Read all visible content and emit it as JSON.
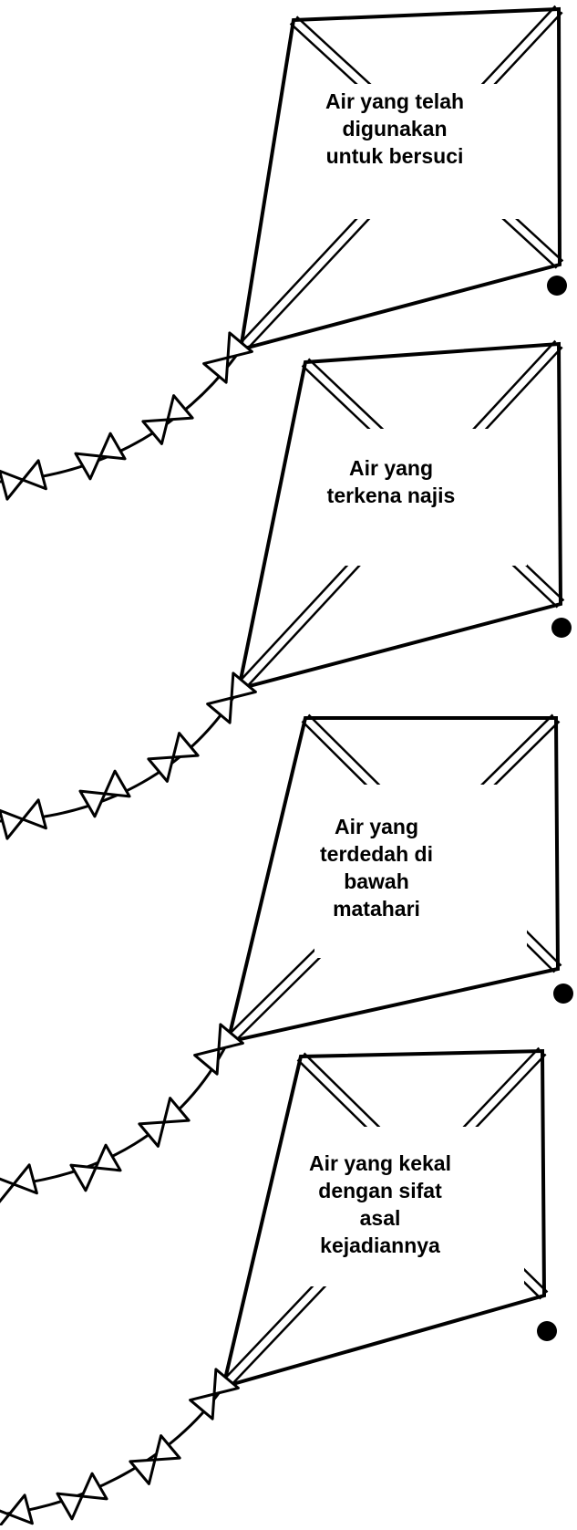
{
  "kites": [
    {
      "text": "Air yang telah\ndigunakan\nuntuk bersuci"
    },
    {
      "text": "Air yang\nterkena najis"
    },
    {
      "text": "Air yang\nterdedah di\nbawah\nmatahari"
    },
    {
      "text": "Air yang kekal\ndengan sifat\nasal\nkejadiannya"
    }
  ],
  "colors": {
    "line": "#000000",
    "fill": "#ffffff"
  }
}
